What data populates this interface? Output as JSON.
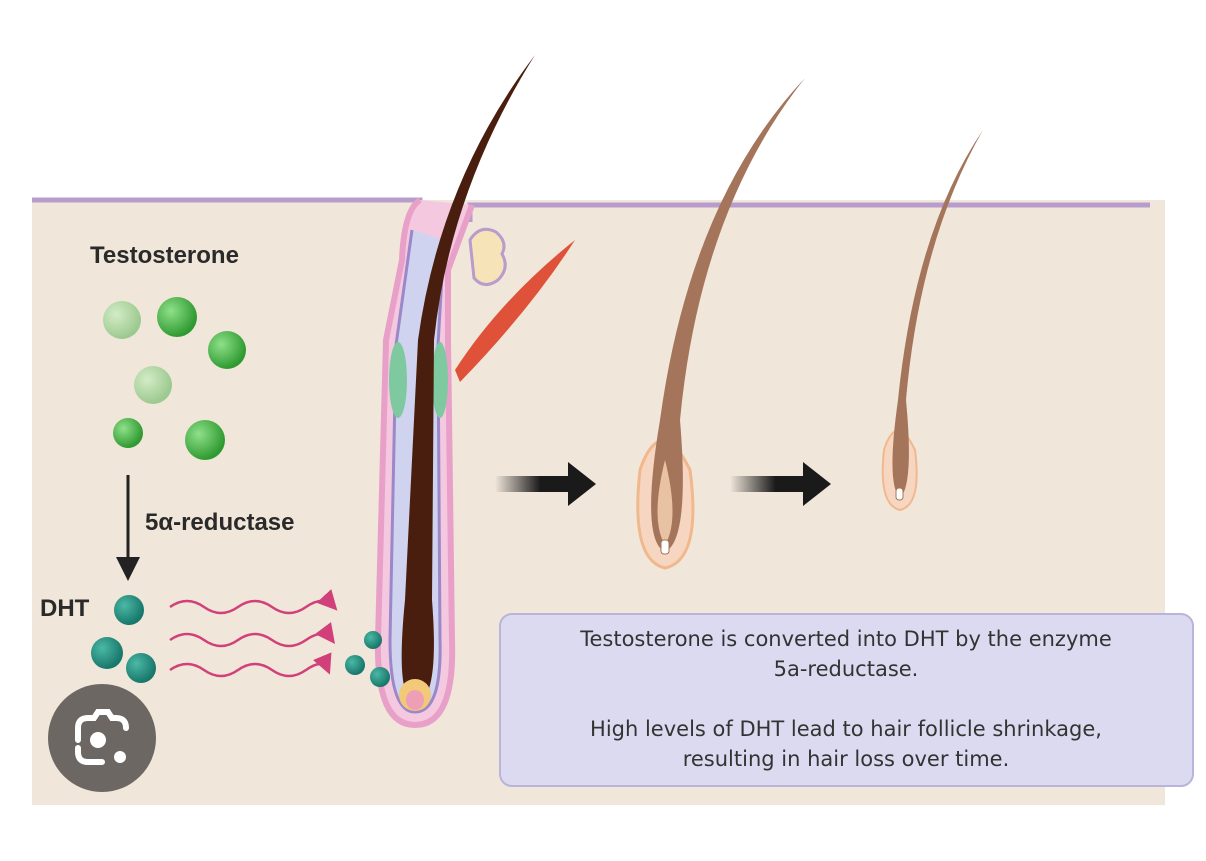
{
  "labels": {
    "testosterone": "Testosterone",
    "enzyme": "5α-reductase",
    "dht": "DHT"
  },
  "caption": {
    "line1": "Testosterone is converted into DHT by the enzyme",
    "line2": "5a-reductase.",
    "line3": "High levels of DHT lead to hair follicle shrinkage,",
    "line4": "resulting in hair loss over time."
  },
  "overlay": {
    "icon": "google-lens-icon"
  },
  "colors": {
    "skin": "#f0e6da",
    "membrane": "#b79ccc",
    "testosterone": "#4fb84a",
    "dht": "#2a9686",
    "hair_dark": "#4a1e0e",
    "hair_light": "#a4755a",
    "arrow": "#1a1a1a",
    "wave_arrows": "#d2407a",
    "caption_box": "#dcdaf0"
  }
}
